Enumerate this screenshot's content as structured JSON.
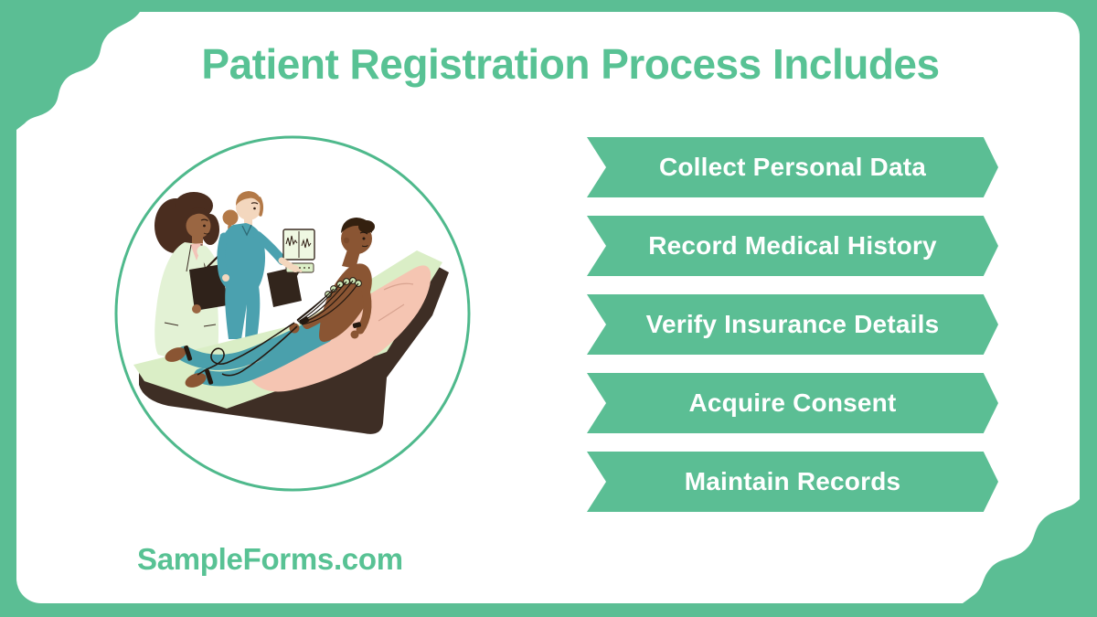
{
  "title": {
    "text": "Patient Registration Process Includes"
  },
  "steps": [
    "Collect Personal Data",
    "Record Medical History",
    "Verify Insurance Details",
    "Acquire Consent",
    "Maintain Records"
  ],
  "footer": {
    "website": "SampleForms.com"
  },
  "colors": {
    "brand_green": "#5BBE94",
    "title_green": "#58C294",
    "step_text_white": "#FFFFFF",
    "circle_stroke_green": "#4FB98C",
    "recliner_dark_brown": "#3E2E25",
    "recliner_deck_green": "#DAEEC6",
    "cushion_pink": "#F5C5B2",
    "scrubs_teal": "#4BA1AF",
    "patient_skin_brown": "#8A5533",
    "coat_pale_green": "#E3F2D5"
  },
  "illustration": {
    "alt": "Doctor with clipboard and nurse performing an ECG on a patient reclining on an exam chair"
  }
}
